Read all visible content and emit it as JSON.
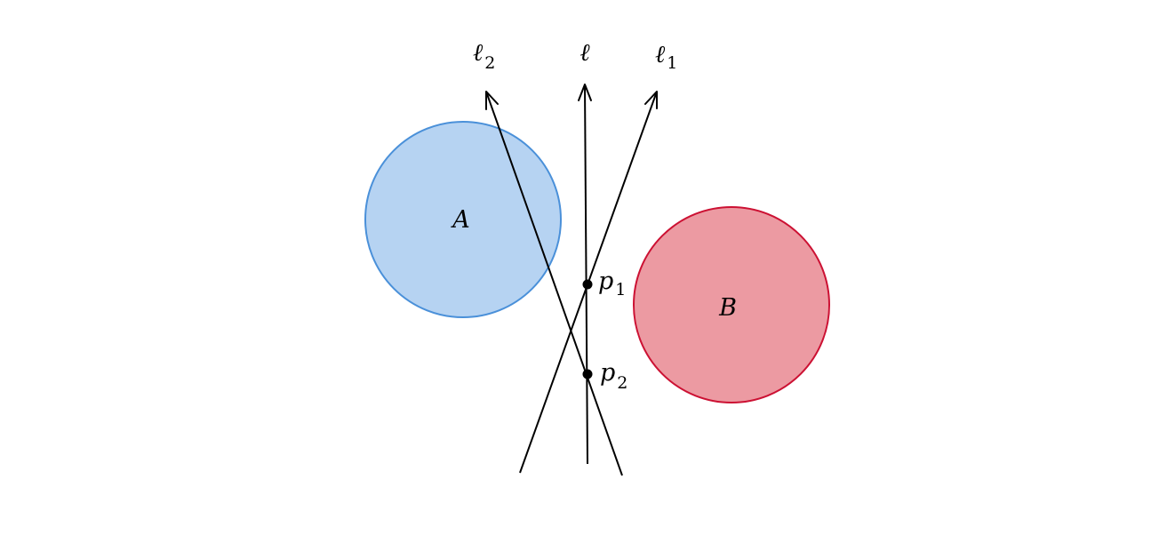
{
  "regions": {
    "a": {
      "label": "A",
      "fill": "#b6d3f2",
      "stroke": "#4a90d9"
    },
    "b": {
      "label": "B",
      "fill": "#ec9aa2",
      "stroke": "#cc1133"
    }
  },
  "lines": {
    "l": {
      "label": "ℓ",
      "subscript": ""
    },
    "l1": {
      "label": "ℓ",
      "subscript": "1"
    },
    "l2": {
      "label": "ℓ",
      "subscript": "2"
    }
  },
  "points": {
    "p1": {
      "label": "p",
      "subscript": "1"
    },
    "p2": {
      "label": "p",
      "subscript": "2"
    }
  },
  "colors": {
    "line": "#000000",
    "point": "#000000"
  }
}
